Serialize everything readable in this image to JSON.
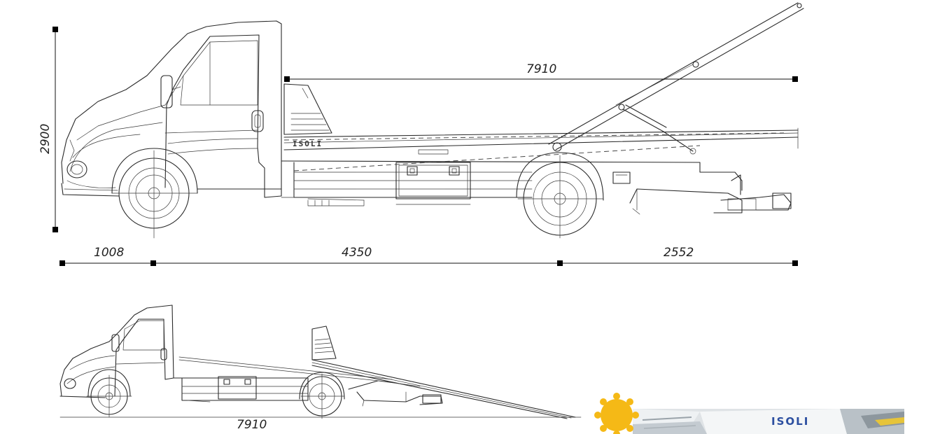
{
  "dimensions": {
    "overall_length_top": "7910",
    "height": "2900",
    "front_overhang": "1008",
    "wheelbase": "4350",
    "rear_overhang": "2552",
    "overall_length_bottom": "7910"
  },
  "brand": {
    "drawing_mark": "ISOLI",
    "photo_label": "ISOLI"
  },
  "colors": {
    "line": "#2a2a2a",
    "dimension": "#111111",
    "sun_badge": "#f5b916",
    "photo_blue": "#2c4fa0"
  }
}
